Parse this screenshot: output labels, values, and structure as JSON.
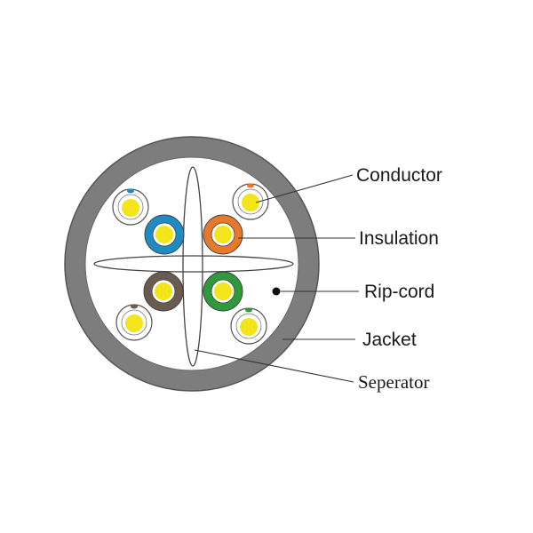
{
  "diagram": {
    "labels": {
      "conductor": "Conductor",
      "insulation": "Insulation",
      "ripcord": "Rip-cord",
      "jacket": "Jacket",
      "separator": "Seperator"
    }
  },
  "colors": {
    "jacket": "#7d7d7d",
    "cable_interior": "#ffffff",
    "conductor": "#f2e51a",
    "blue_pair": "#1f8bc4",
    "orange_pair": "#e8782a",
    "brown_pair": "#6b5b4f",
    "green_pair": "#2f9a3c",
    "outline": "#555555"
  }
}
